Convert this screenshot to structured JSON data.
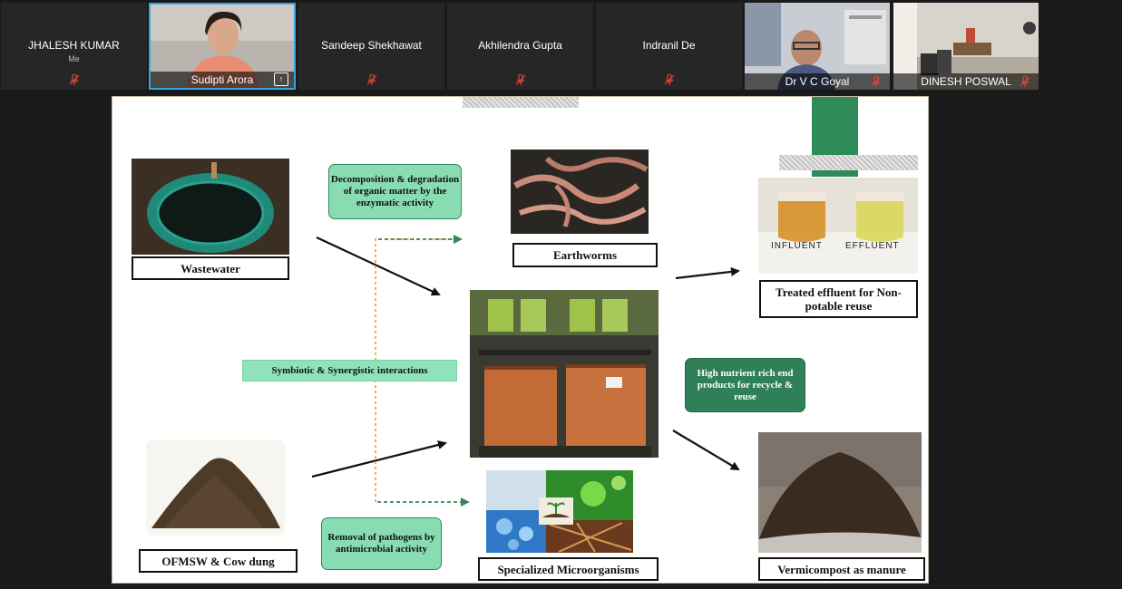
{
  "meeting": {
    "participants": [
      {
        "name": "JHALESH KUMAR",
        "sub": "Me"
      },
      {
        "name": "Sudipti Arora"
      },
      {
        "name": "Sandeep Shekhawat"
      },
      {
        "name": "Akhilendra Gupta"
      },
      {
        "name": "Indranil De"
      },
      {
        "name": "Dr V C Goyal"
      },
      {
        "name": "DINESH POSWAL"
      }
    ],
    "colors": {
      "active_speaker": "#3aa3e3",
      "muted_icon": "#e0453a",
      "tile_bg": "#262626"
    }
  },
  "slide": {
    "labels": {
      "wastewater": "Wastewater",
      "earthworms": "Earthworms",
      "treated_effluent": "Treated effluent for Non-potable reuse",
      "ofmsw": "OFMSW & Cow dung",
      "microorganisms": "Specialized Microorganisms",
      "vermicompost": "Vermicompost as manure"
    },
    "notes": {
      "decomposition": "Decomposition & degradation of organic matter by the enzymatic activity",
      "symbiotic": "Symbiotic & Synergistic interactions",
      "nutrient": "High nutrient rich end products for recycle & reuse",
      "pathogens": "Removal of pathogens by antimicrobial activity"
    },
    "photo_text": {
      "influent": "INFLUENT",
      "effluent": "EFFLUENT"
    },
    "colors": {
      "note_green": "#89dcb1",
      "note_dark": "#2f7f57",
      "arrow_dashed": "#2e8b57",
      "connector_orange": "#e69a2e",
      "accent_bar": "#2e8b57"
    }
  }
}
